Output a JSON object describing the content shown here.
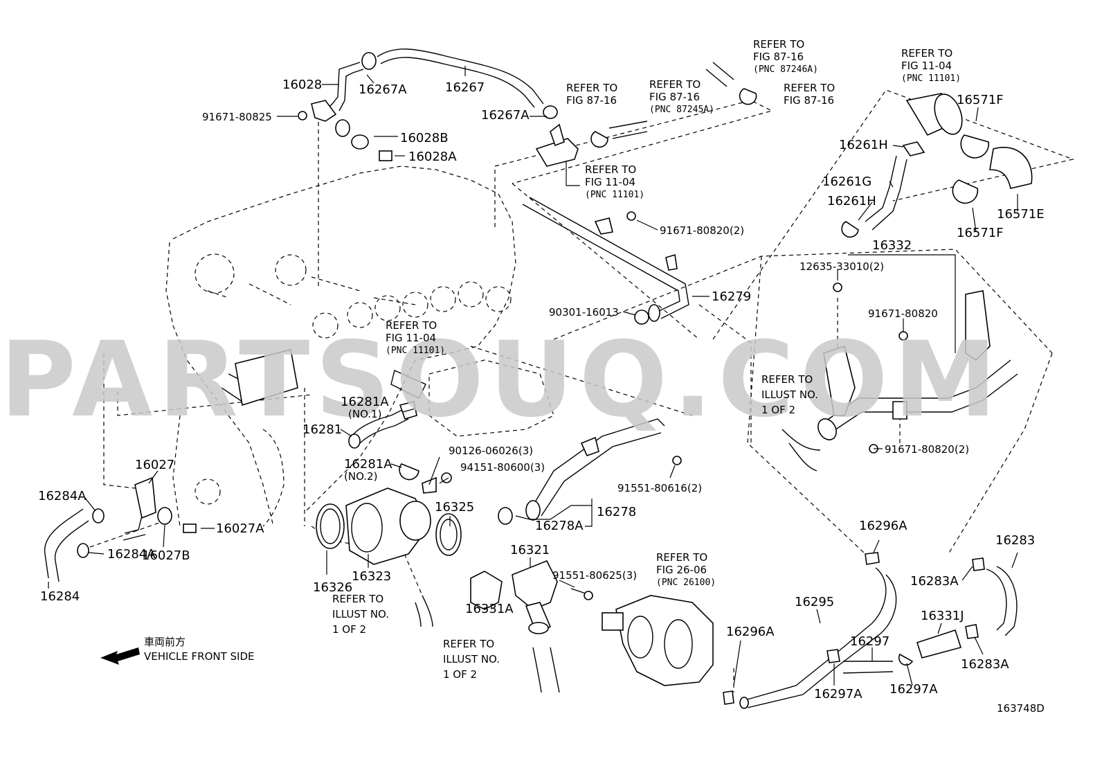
{
  "watermark": "PARTSOUQ.COM",
  "diagram_code": "163748D",
  "direction": {
    "jp": "車両前方",
    "en": "VEHICLE FRONT SIDE"
  },
  "labels": {
    "p16028": "16028",
    "p16267A_1": "16267A",
    "p16267": "16267",
    "p91671_80825": "91671-80825",
    "p16028B": "16028B",
    "p16028A": "16028A",
    "p16267A_2": "16267A",
    "p91671_80820_2a": "91671-80820(2)",
    "p16279": "16279",
    "p90301_16013": "90301-16013",
    "p16261H_1": "16261H",
    "p16261G": "16261G",
    "p16261H_2": "16261H",
    "p16571F_1": "16571F",
    "p16571E": "16571E",
    "p16571F_2": "16571F",
    "p16332": "16332",
    "p12635_33010": "12635-33010(2)",
    "p91671_80820": "91671-80820",
    "p91671_80820_2b": "91671-80820(2)",
    "p16281A_1": "16281A",
    "p16281A_1_sub": "(NO.1)",
    "p16281": "16281",
    "p16281A_2": "16281A",
    "p16281A_2_sub": "(NO.2)",
    "p90126_06026": "90126-06026(3)",
    "p94151_80600": "94151-80600(3)",
    "p91551_80616": "91551-80616(2)",
    "p16278A": "16278A",
    "p16278": "16278",
    "p16027": "16027",
    "p16284A_1": "16284A",
    "p16027A": "16027A",
    "p16027B": "16027B",
    "p16284A_2": "16284A",
    "p16284": "16284",
    "p16326": "16326",
    "p16323": "16323",
    "p16325": "16325",
    "p16321": "16321",
    "p91551_80625": "91551-80625(3)",
    "p16331A": "16331A",
    "p16296A_1": "16296A",
    "p16296A_2": "16296A",
    "p16295": "16295",
    "p16297": "16297",
    "p16297A_1": "16297A",
    "p16297A_2": "16297A",
    "p16331J": "16331J",
    "p16283": "16283",
    "p16283A_1": "16283A",
    "p16283A_2": "16283A"
  },
  "refs": {
    "r1": [
      "REFER TO",
      "FIG 87-16"
    ],
    "r2": [
      "REFER TO",
      "FIG 87-16",
      "(PNC 87245A)"
    ],
    "r3": [
      "REFER TO",
      "FIG 87-16",
      "(PNC 87246A)"
    ],
    "r4": [
      "REFER TO",
      "FIG 87-16"
    ],
    "r5": [
      "REFER TO",
      "FIG 11-04",
      "(PNC 11101)"
    ],
    "r6": [
      "REFER TO",
      "FIG 11-04",
      "(PNC 11101)"
    ],
    "r7": [
      "REFER TO",
      "FIG 11-04",
      "(PNC 11101)"
    ],
    "r8": [
      "REFER TO",
      "ILLUST NO.",
      "1 OF 2"
    ],
    "r9": [
      "REFER TO",
      "ILLUST NO.",
      "1 OF 2"
    ],
    "r10": [
      "REFER TO",
      "ILLUST NO.",
      "1 OF 2"
    ],
    "r11": [
      "REFER TO",
      "FIG 26-06",
      "(PNC 26100)"
    ]
  }
}
